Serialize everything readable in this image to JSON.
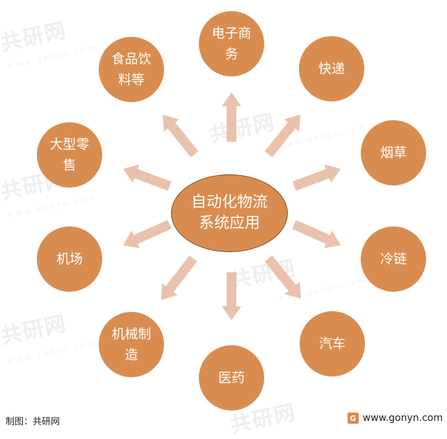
{
  "center": {
    "label": "自动化物流系统应用"
  },
  "nodes": [
    {
      "label": "电子商务"
    },
    {
      "label": "快递"
    },
    {
      "label": "烟草"
    },
    {
      "label": "冷链"
    },
    {
      "label": "汽车"
    },
    {
      "label": "医药"
    },
    {
      "label": "机械制造"
    },
    {
      "label": "机场"
    },
    {
      "label": "大型零售"
    },
    {
      "label": "食品饮料等"
    }
  ],
  "footer": {
    "source": "制图：共研网",
    "site": "www.gonyn.com",
    "logo_letter": "G"
  },
  "watermark": {
    "text": "共研网",
    "sub": "www.gonyn.com"
  },
  "colors": {
    "node": "#d98c4f",
    "arrow": "#e9c2ad",
    "center_border": "#7a4a22"
  }
}
